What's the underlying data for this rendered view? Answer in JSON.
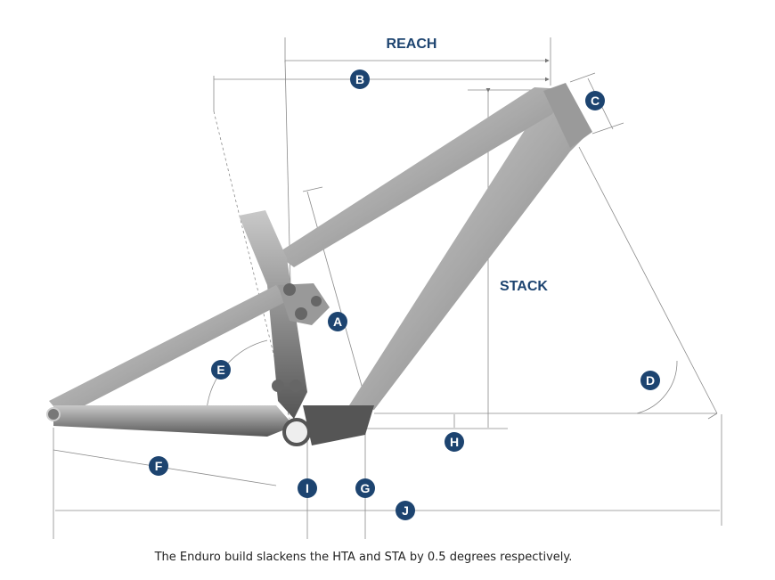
{
  "labels": {
    "reach": "REACH",
    "stack": "STACK"
  },
  "badges": {
    "a": "A",
    "b": "B",
    "c": "C",
    "d": "D",
    "e": "E",
    "f": "F",
    "g": "G",
    "h": "H",
    "i": "I",
    "j": "J"
  },
  "caption": "The Enduro build slackens the HTA and STA by 0.5 degrees respectively.",
  "colors": {
    "badge": "#1d4470",
    "dimension_line": "#8a8a8a",
    "frame": "#b5b5b5"
  }
}
